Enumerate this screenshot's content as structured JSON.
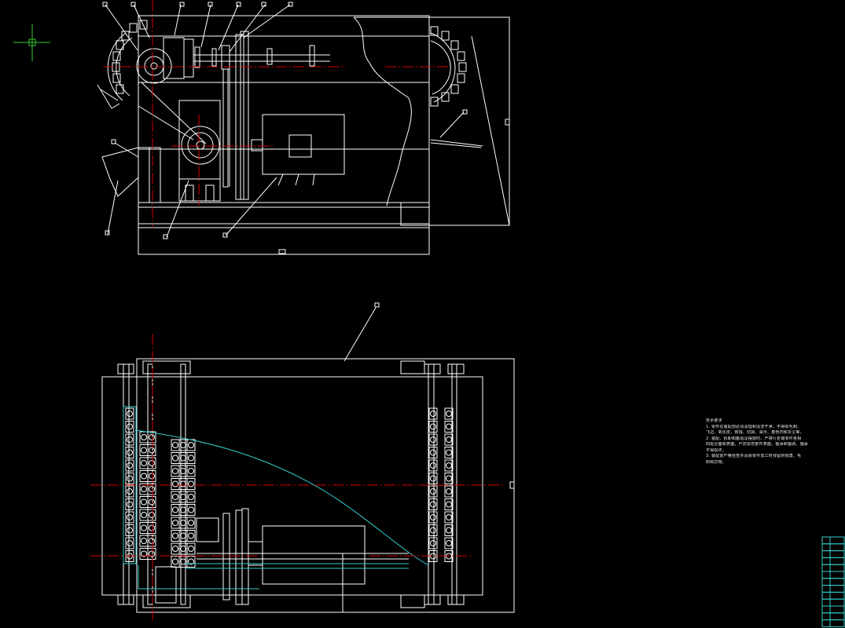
{
  "app": {
    "title": "CAD drawing viewport"
  },
  "technical_requirements": {
    "heading": "技术要求",
    "lines": [
      "1. 零件在装配前必须清理和清洗干净，不得有毛刺、",
      "飞边、氧化皮、锈蚀、切屑、油污、着色剂和灰尘等。",
      "2. 装配、拆卸和搬运及摆放时，严禁行走或零件各相",
      "的配合面和表面，严防损伤部件表面、轴承和轴颈，轴承",
      "不得损坏。",
      "3. 装配前严格检查并清除零件加工时残留的锐角、毛",
      "刺和异物。"
    ]
  },
  "colors": {
    "background": "#000000",
    "outline": "#ffffff",
    "centerline": "#d40000",
    "highlight": "#33cccc",
    "crosshair": "#33cc33"
  },
  "icons": {
    "cursor": "crosshair-cursor-icon"
  }
}
